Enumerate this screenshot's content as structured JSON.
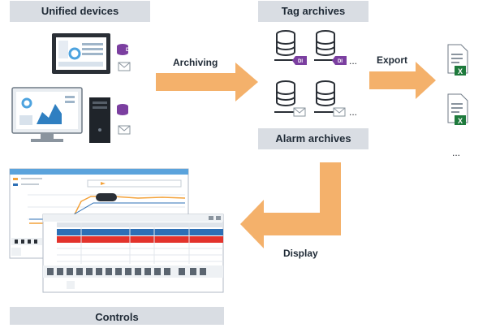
{
  "headers": {
    "unified_devices": "Unified devices",
    "tag_archives": "Tag archives",
    "alarm_archives": "Alarm archives",
    "controls": "Controls"
  },
  "arrows": {
    "archiving": "Archiving",
    "export": "Export",
    "display": "Display"
  },
  "badges": {
    "tag_badge": "DI",
    "ellipsis": "...",
    "excel_letter": "X"
  },
  "colors": {
    "header_bg": "#d9dde3",
    "arrow": "#f4b16b",
    "db_badge": "#7b3fa0",
    "excel_green": "#1e7a3c",
    "alarm_red": "#e3332c",
    "trend_blue": "#2d6fb5"
  },
  "icons": [
    "hmi-panel-icon",
    "pc-monitor-icon",
    "tower-icon",
    "database-icon",
    "envelope-icon",
    "excel-file-icon"
  ]
}
